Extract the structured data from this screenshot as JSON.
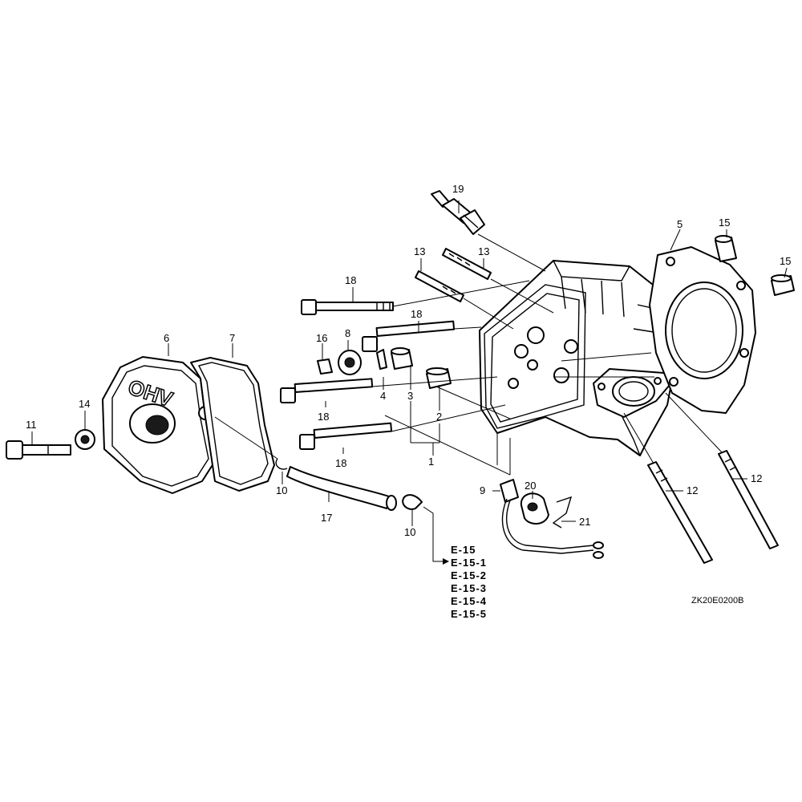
{
  "diagram": {
    "drawing_code": "ZK20E0200B",
    "cover_logo": "OHV",
    "callouts": [
      {
        "id": "c1",
        "label": "1"
      },
      {
        "id": "c2",
        "label": "2"
      },
      {
        "id": "c3",
        "label": "3"
      },
      {
        "id": "c4",
        "label": "4"
      },
      {
        "id": "c5",
        "label": "5"
      },
      {
        "id": "c6",
        "label": "6"
      },
      {
        "id": "c7",
        "label": "7"
      },
      {
        "id": "c8",
        "label": "8"
      },
      {
        "id": "c9",
        "label": "9"
      },
      {
        "id": "c10a",
        "label": "10"
      },
      {
        "id": "c10b",
        "label": "10"
      },
      {
        "id": "c11",
        "label": "11"
      },
      {
        "id": "c12a",
        "label": "12"
      },
      {
        "id": "c12b",
        "label": "12"
      },
      {
        "id": "c13a",
        "label": "13"
      },
      {
        "id": "c13b",
        "label": "13"
      },
      {
        "id": "c14",
        "label": "14"
      },
      {
        "id": "c15a",
        "label": "15"
      },
      {
        "id": "c15b",
        "label": "15"
      },
      {
        "id": "c16",
        "label": "16"
      },
      {
        "id": "c17",
        "label": "17"
      },
      {
        "id": "c18a",
        "label": "18"
      },
      {
        "id": "c18b",
        "label": "18"
      },
      {
        "id": "c18c",
        "label": "18"
      },
      {
        "id": "c18d",
        "label": "18"
      },
      {
        "id": "c19",
        "label": "19"
      },
      {
        "id": "c20",
        "label": "20"
      },
      {
        "id": "c21",
        "label": "21"
      }
    ],
    "references": [
      "E-15",
      "E-15-1",
      "E-15-2",
      "E-15-3",
      "E-15-4",
      "E-15-5"
    ]
  }
}
